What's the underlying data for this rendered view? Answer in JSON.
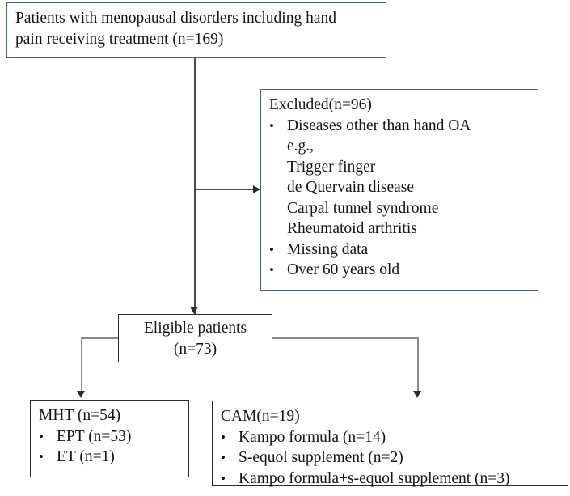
{
  "figure": {
    "type": "flowchart",
    "orientation": "top-down",
    "colors": {
      "box_border_blue": "#49618a",
      "box_border_dark": "#2b2b2b",
      "connector": "#4a4a4a",
      "connector_light": "#8a8a8a",
      "text": "#141414",
      "background": "#ffffff"
    }
  },
  "nodes": {
    "enrolled": {
      "id": "enrolled",
      "lines": [
        "Patients with menopausal disorders including hand",
        "pain  receiving treatment (n=169)"
      ],
      "count": 169
    },
    "excluded": {
      "id": "excluded",
      "heading": "Excluded(n=96)",
      "count": 96,
      "items": [
        {
          "bullet": "•",
          "text": "Diseases other than hand OA",
          "sublines": [
            "e.g.,",
            "Trigger finger",
            "de Quervain disease",
            "Carpal tunnel syndrome",
            "Rheumatoid arthritis"
          ]
        },
        {
          "bullet": "•",
          "text": "Missing data",
          "sublines": []
        },
        {
          "bullet": "•",
          "text": "Over 60 years old",
          "sublines": []
        }
      ]
    },
    "eligible": {
      "id": "eligible",
      "lines": [
        "Eligible patients",
        "(n=73)"
      ],
      "count": 73
    },
    "mht": {
      "id": "mht",
      "heading": "MHT (n=54)",
      "count": 54,
      "items": [
        {
          "bullet": "•",
          "text": "EPT (n=53)"
        },
        {
          "bullet": "•",
          "text": "ET (n=1)"
        }
      ]
    },
    "cam": {
      "id": "cam",
      "heading": "CAM(n=19)",
      "count": 19,
      "items": [
        {
          "bullet": "•",
          "text": "Kampo formula (n=14)"
        },
        {
          "bullet": "•",
          "text": "S-equol supplement (n=2)"
        },
        {
          "bullet": "•",
          "text": "Kampo formula+s-equol supplement (n=3)"
        }
      ]
    }
  },
  "edges": [
    {
      "from": "enrolled",
      "to": "excluded",
      "style": "elbow-right",
      "arrow": "right"
    },
    {
      "from": "enrolled",
      "to": "eligible",
      "style": "straight-down",
      "arrow": "down"
    },
    {
      "from": "eligible",
      "to": "mht",
      "style": "elbow-left-down",
      "arrow": "down"
    },
    {
      "from": "eligible",
      "to": "cam",
      "style": "elbow-right-down",
      "arrow": "down"
    }
  ]
}
